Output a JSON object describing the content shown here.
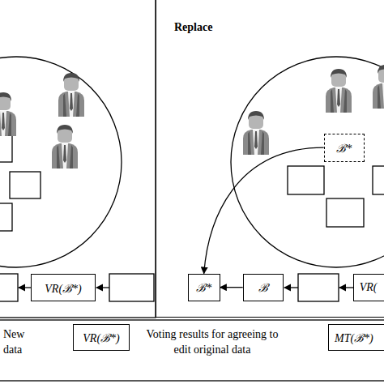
{
  "diagram": {
    "nodes": [
      {
        "text": [
          "Replace"
        ]
      },
      {
        "text": [
          "VR(ℬ*)"
        ]
      },
      {
        "text": [
          "ℬ*"
        ],
        "in": 0
      },
      {
        "text": [
          "ℬ*"
        ],
        "in": 0
      },
      {
        "text": [
          "ℬ"
        ],
        "in": 0
      },
      {
        "text": [
          "VR("
        ],
        "in": 0
      },
      {
        "text": [
          "VR(ℬ*)"
        ]
      },
      {
        "text": [
          "MT(ℬ*)"
        ]
      }
    ],
    "edges": [
      {
        "from": 2,
        "to": 3,
        "arrow": "to"
      },
      {
        "from": 4,
        "to": 3,
        "arrow": "to"
      }
    ],
    "legend": [
      {
        "text": "New data"
      },
      {
        "text": "Voting results for agreeing to edit original data"
      }
    ]
  }
}
